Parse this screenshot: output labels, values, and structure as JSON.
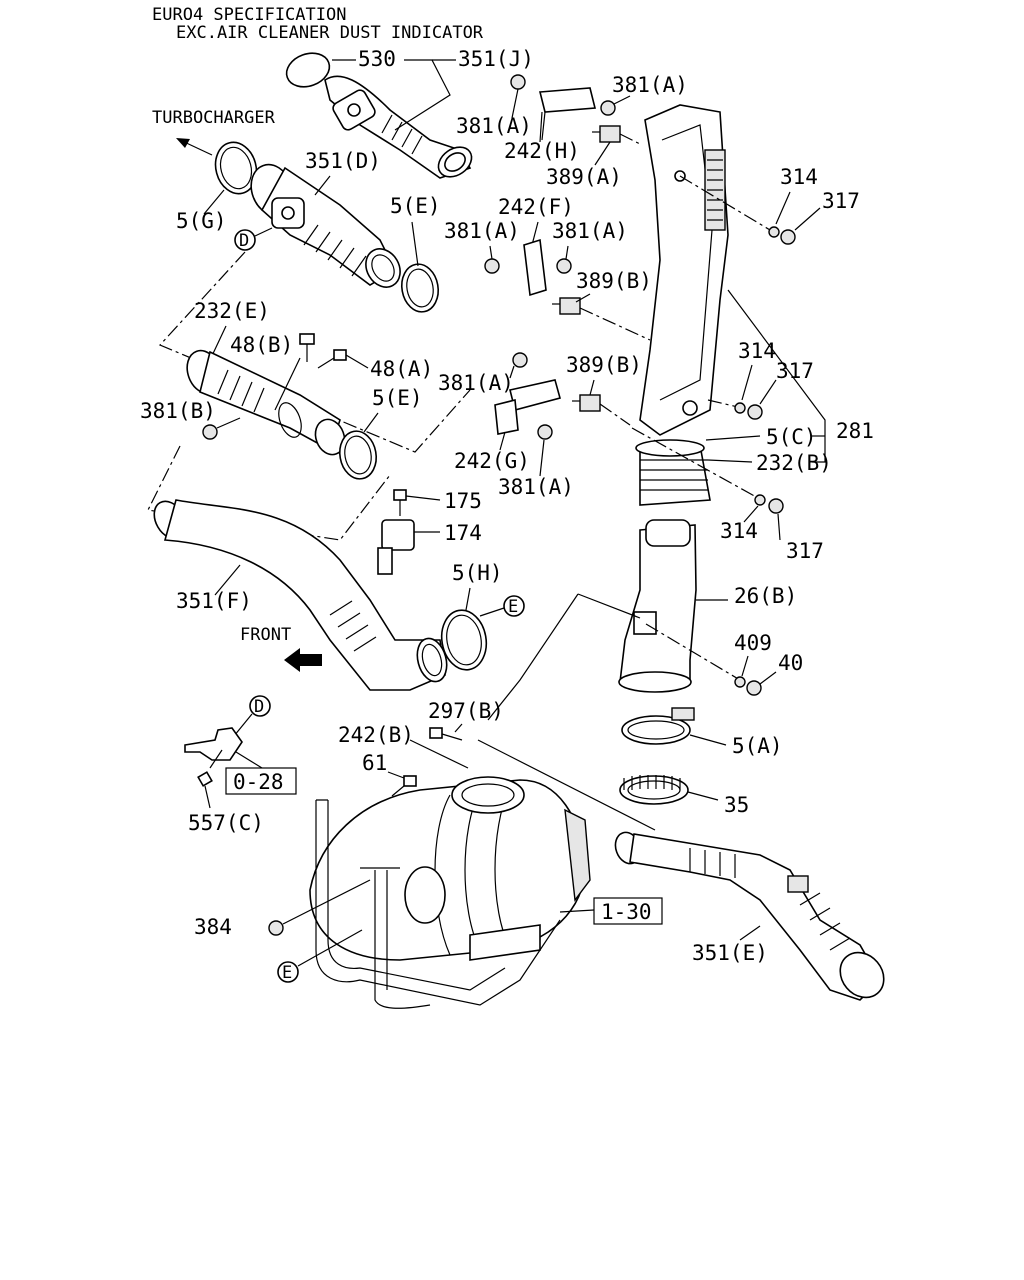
{
  "header": {
    "line1": "EURO4 SPECIFICATION",
    "line2": "EXC.AIR CLEANER DUST INDICATOR"
  },
  "directions": {
    "turbocharger": "TURBOCHARGER",
    "front": "FRONT"
  },
  "callouts": {
    "c530": "530",
    "c351J": "351(J)",
    "c381A_1": "381(A)",
    "c381A_2": "381(A)",
    "c242H": "242(H)",
    "c389A": "389(A)",
    "c351D": "351(D)",
    "c5G": "5(G)",
    "c5E_1": "5(E)",
    "c242F": "242(F)",
    "c381A_3": "381(A)",
    "c381A_4": "381(A)",
    "c389B_1": "389(B)",
    "c314_1": "314",
    "c317_1": "317",
    "c232E": "232(E)",
    "c48B": "48(B)",
    "c48A": "48(A)",
    "c381B": "381(B)",
    "c5E_2": "5(E)",
    "c381A_5": "381(A)",
    "c389B_2": "389(B)",
    "c314_2": "314",
    "c317_2": "317",
    "c5C": "5(C)",
    "c281": "281",
    "c232B": "232(B)",
    "c242G": "242(G)",
    "c381A_6": "381(A)",
    "c175": "175",
    "c174": "174",
    "c314_3": "314",
    "c317_3": "317",
    "c351F": "351(F)",
    "c5H": "5(H)",
    "c26B": "26(B)",
    "c409": "409",
    "c40": "40",
    "c297B": "297(B)",
    "c242B": "242(B)",
    "c61": "61",
    "c5A": "5(A)",
    "c35": "35",
    "c557C": "557(C)",
    "c384": "384",
    "c351E": "351(E)"
  },
  "refs": {
    "ref_0_28": "0-28",
    "ref_1_30": "1-30"
  },
  "markers": {
    "D": "D",
    "E": "E"
  }
}
